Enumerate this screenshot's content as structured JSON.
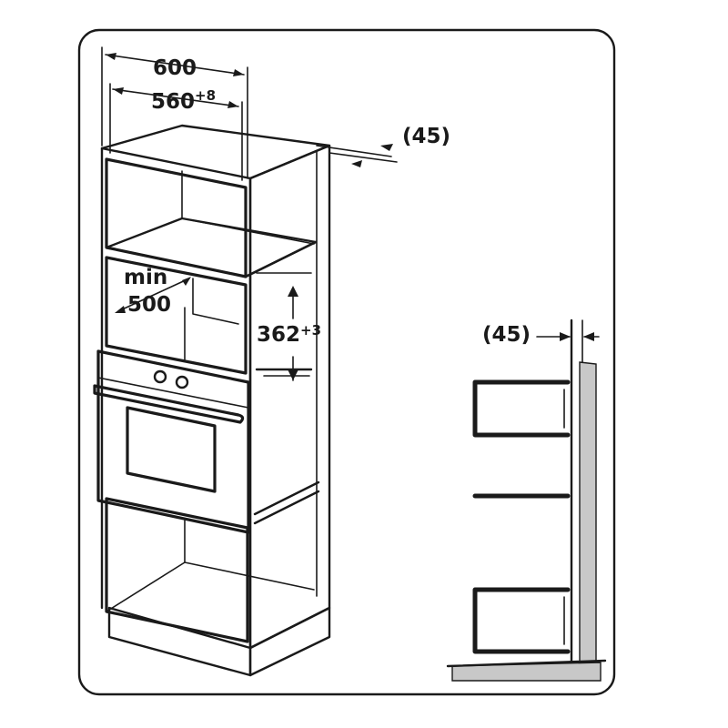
{
  "dimensions": {
    "cabinet_width": "600",
    "niche_width": "560",
    "niche_width_tolerance": "+8",
    "back_gap_top": "(45)",
    "min_label": "min",
    "min_value": "500",
    "niche_height": "362",
    "niche_height_tolerance": "+3",
    "back_gap_side": "(45)"
  },
  "colors": {
    "line": "#1a1a1a",
    "wall_fill": "#c8c8c8",
    "background": "#ffffff"
  }
}
